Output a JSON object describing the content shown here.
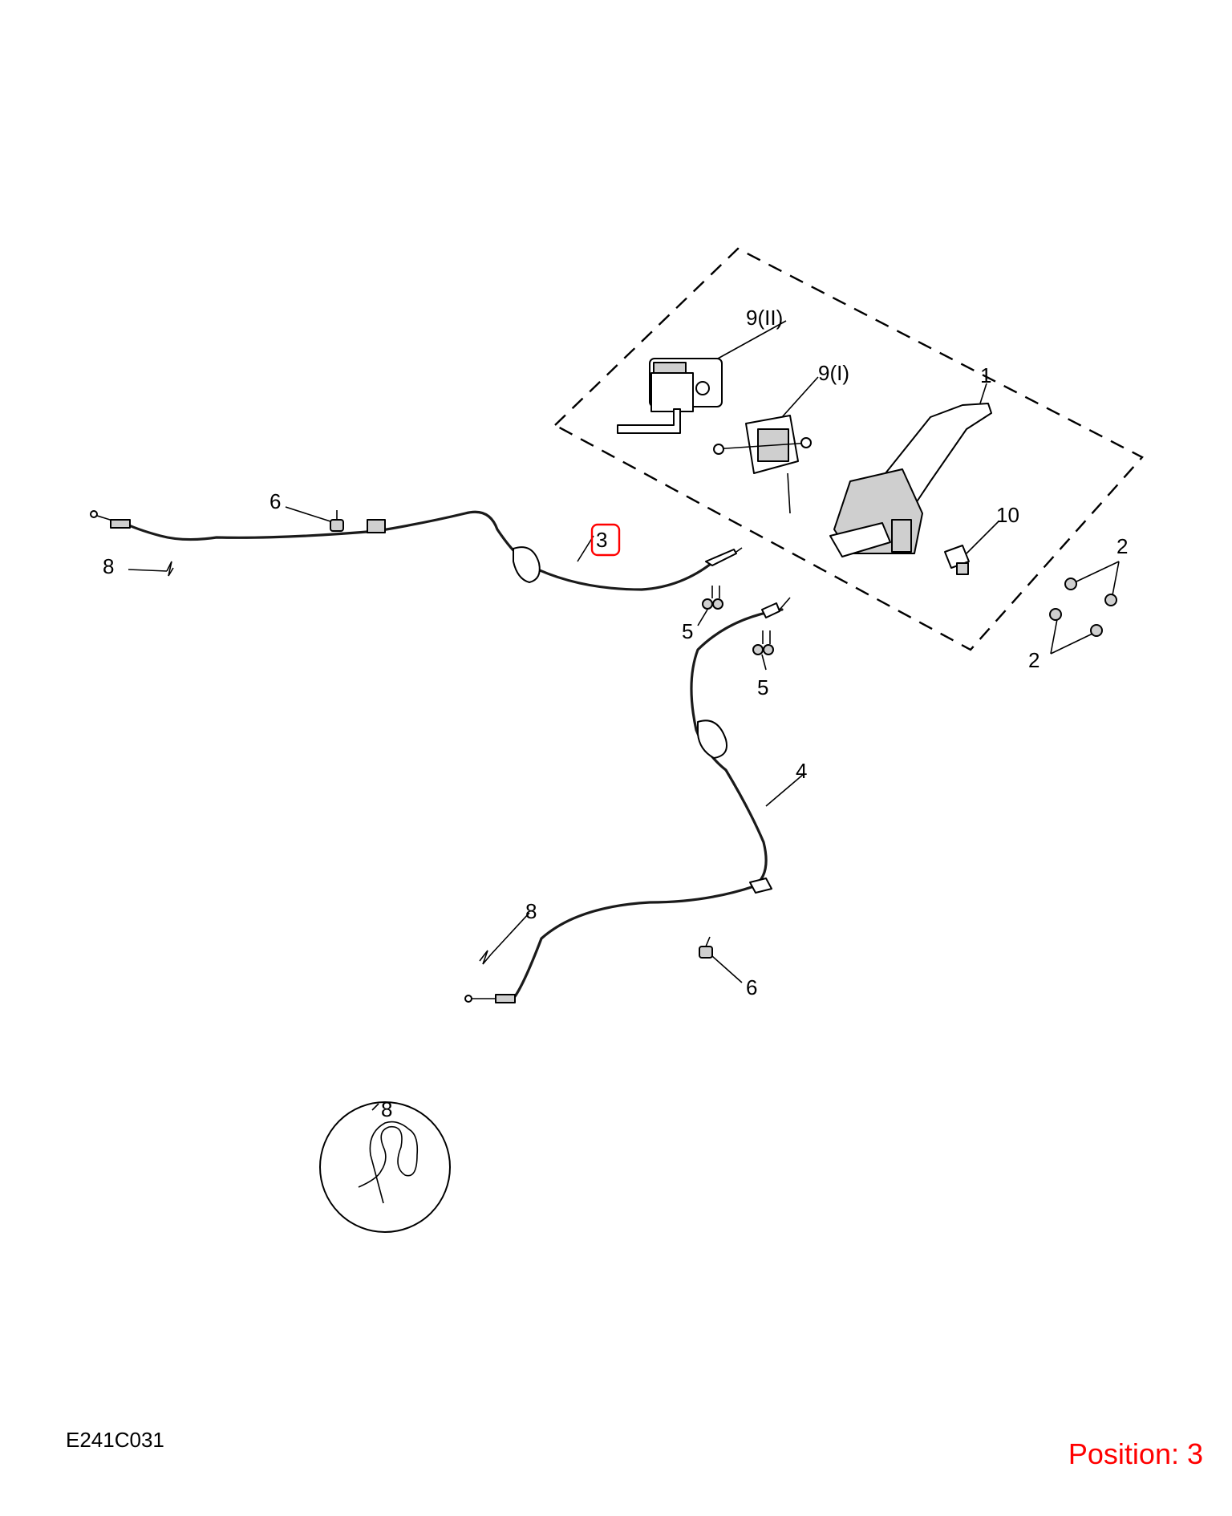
{
  "drawing_code": "E241C031",
  "position": {
    "text": "Position: 3",
    "highlight_color": "#ff0000"
  },
  "callouts": {
    "c1": "1",
    "c2a": "2",
    "c2b": "2",
    "c3": "3",
    "c4": "4",
    "c5a": "5",
    "c5b": "5",
    "c6a": "6",
    "c6b": "6",
    "c8a": "8",
    "c8b": "8",
    "c8c": "8",
    "c9i": "9(I)",
    "c9ii": "9(II)",
    "c10": "10"
  },
  "highlighted_callout": "3",
  "colors": {
    "line": "#000000",
    "highlight": "#ff0000"
  }
}
